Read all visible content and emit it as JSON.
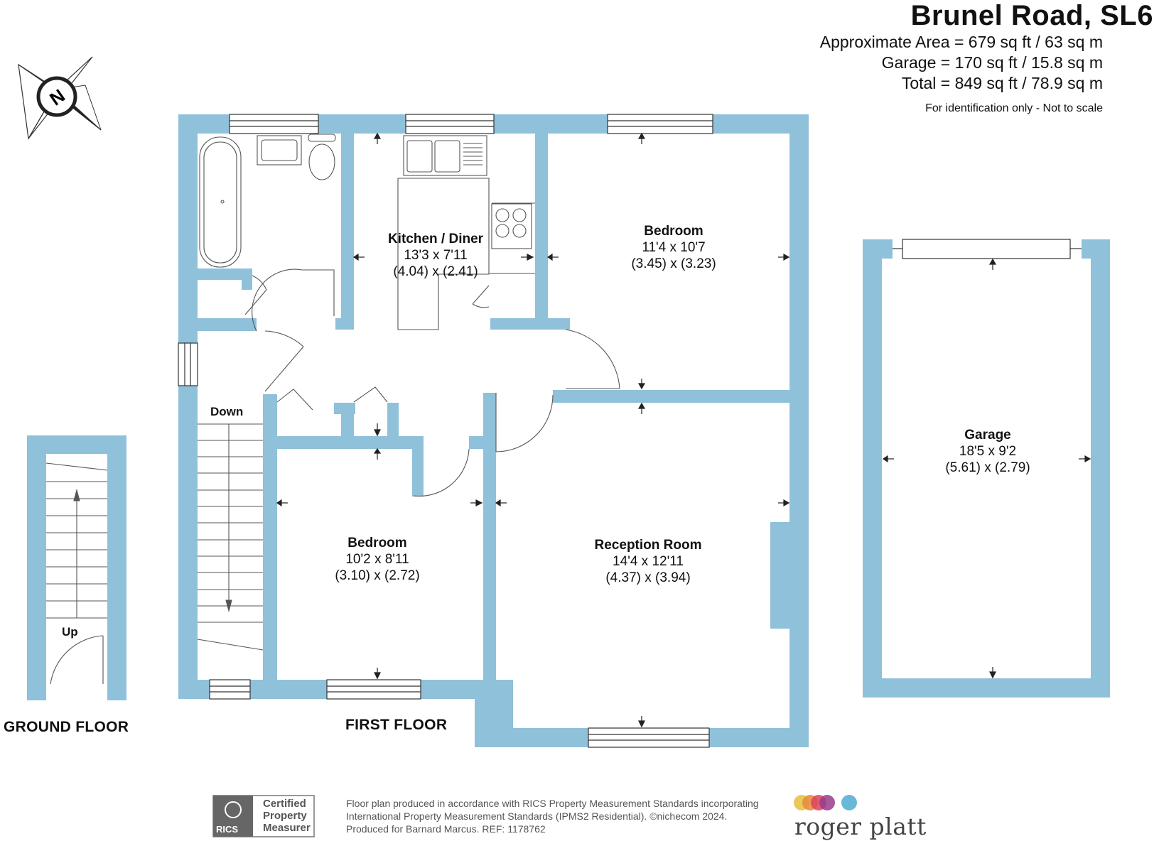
{
  "header": {
    "title": "Brunel Road, SL6",
    "area_line": "Approximate Area = 679 sq ft / 63 sq m",
    "garage_line": "Garage = 170 sq ft / 15.8 sq m",
    "total_line": "Total = 849 sq ft / 78.9 sq m",
    "disclaimer": "For identification only - Not to scale"
  },
  "compass": {
    "label": "N",
    "icon": "compass-rose-icon"
  },
  "rooms": {
    "kitchen": {
      "name": "Kitchen / Diner",
      "imperial": "13'3 x 7'11",
      "metric": "(4.04) x (2.41)"
    },
    "bedroom_1": {
      "name": "Bedroom",
      "imperial": "11'4 x 10'7",
      "metric": "(3.45) x (3.23)"
    },
    "bedroom_2": {
      "name": "Bedroom",
      "imperial": "10'2 x 8'11",
      "metric": "(3.10) x (2.72)"
    },
    "reception": {
      "name": "Reception Room",
      "imperial": "14'4 x 12'11",
      "metric": "(4.37) x (3.94)"
    },
    "garage": {
      "name": "Garage",
      "imperial": "18'5 x 9'2",
      "metric": "(5.61) x (2.79)"
    }
  },
  "stairs": {
    "down": "Down",
    "up": "Up"
  },
  "floors": {
    "ground": "GROUND FLOOR",
    "first": "FIRST FLOOR"
  },
  "footer": {
    "rics_abbrev": "RICS",
    "rics_line1": "Certified",
    "rics_line2": "Property",
    "rics_line3": "Measurer",
    "line1": "Floor plan produced in accordance with RICS Property Measurement Standards incorporating",
    "line2": "International Property Measurement Standards (IPMS2 Residential).   ©nichecom 2024.",
    "line3": "Produced for Barnard Marcus.    REF:  1178762",
    "brand": "roger platt"
  },
  "colors": {
    "wall": "#8fc1da",
    "fixture_line": "#555555",
    "logo_dots": [
      "#e8c24a",
      "#e58b3a",
      "#d9445a",
      "#9a3b8c",
      "#6ab8d8"
    ]
  }
}
